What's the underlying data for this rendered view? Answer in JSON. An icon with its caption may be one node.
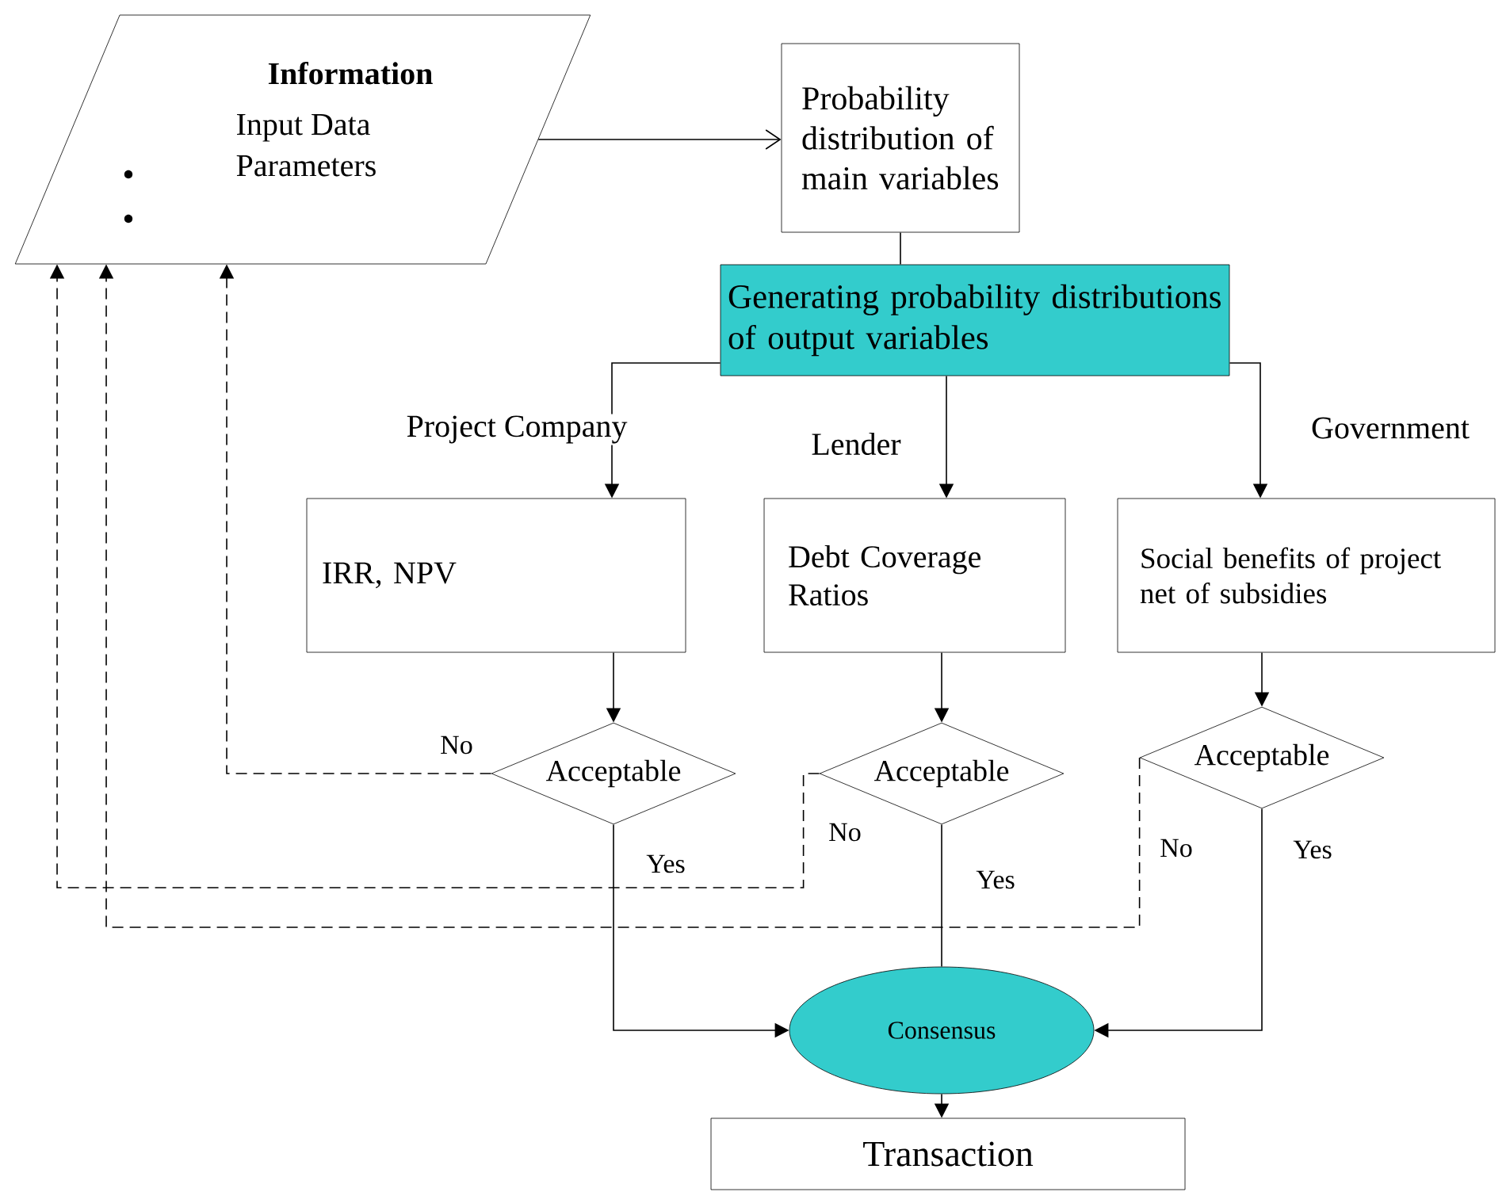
{
  "diagram": {
    "nodes": [
      {
        "text": [
          "Information",
          "Input Data",
          "Parameters"
        ]
      },
      {
        "text": [
          "Probability distribution of main variables"
        ]
      },
      {
        "text": [
          "Generating probability distributions of output variables"
        ]
      },
      {
        "text": [
          "IRR, NPV"
        ]
      },
      {
        "text": [
          "Debt Coverage Ratios"
        ]
      },
      {
        "text": [
          "Social benefits of project net of subsidies"
        ]
      },
      {
        "text": [
          "Acceptable"
        ]
      },
      {
        "text": [
          "Acceptable"
        ]
      },
      {
        "text": [
          "Acceptable"
        ]
      },
      {
        "text": [
          "Consensus"
        ]
      },
      {
        "text": [
          "Transaction"
        ]
      }
    ],
    "edges": [
      {
        "from": 0,
        "to": 1,
        "arrow": "to"
      },
      {
        "from": 1,
        "to": 2,
        "arrow": "none"
      },
      {
        "from": 2,
        "to": 3,
        "arrow": "to",
        "label": "Project Company"
      },
      {
        "from": 2,
        "to": 4,
        "arrow": "to",
        "label": "Lender"
      },
      {
        "from": 2,
        "to": 5,
        "arrow": "to",
        "label": "Government"
      },
      {
        "from": 3,
        "to": 6,
        "arrow": "to"
      },
      {
        "from": 4,
        "to": 7,
        "arrow": "to"
      },
      {
        "from": 5,
        "to": 8,
        "arrow": "to"
      },
      {
        "from": 6,
        "to": 9,
        "arrow": "to",
        "label": "Yes"
      },
      {
        "from": 7,
        "to": 9,
        "arrow": "none",
        "label": "Yes"
      },
      {
        "from": 8,
        "to": 9,
        "arrow": "to",
        "label": "Yes"
      },
      {
        "from": 9,
        "to": 10,
        "arrow": "to"
      },
      {
        "from": 6,
        "to": 0,
        "arrow": "to",
        "label": "No",
        "style": "dashed"
      },
      {
        "from": 7,
        "to": 0,
        "arrow": "to",
        "label": "No",
        "style": "dashed"
      },
      {
        "from": 8,
        "to": 0,
        "arrow": "to",
        "label": "No",
        "style": "dashed"
      }
    ]
  }
}
